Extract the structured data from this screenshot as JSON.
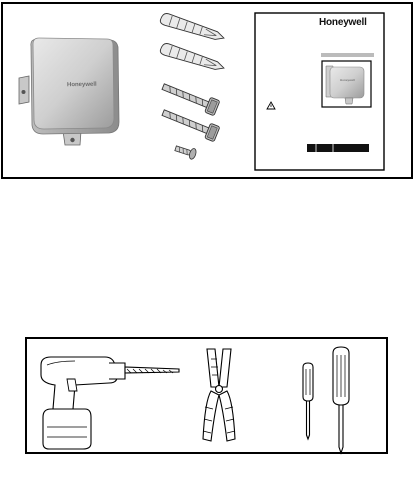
{
  "brand": {
    "name": "Honeywell",
    "text_color": "#111111",
    "device_color": "#cfcfcf",
    "outline_color": "#000000"
  },
  "kit_panel": {
    "items": [
      "device-image",
      "anchors",
      "screws",
      "small-screw",
      "box-image"
    ]
  },
  "tools_panel": {
    "items": [
      "drill-icon",
      "wire-stripper-icon",
      "screwdriver-small-icon",
      "screwdriver-large-icon"
    ]
  }
}
